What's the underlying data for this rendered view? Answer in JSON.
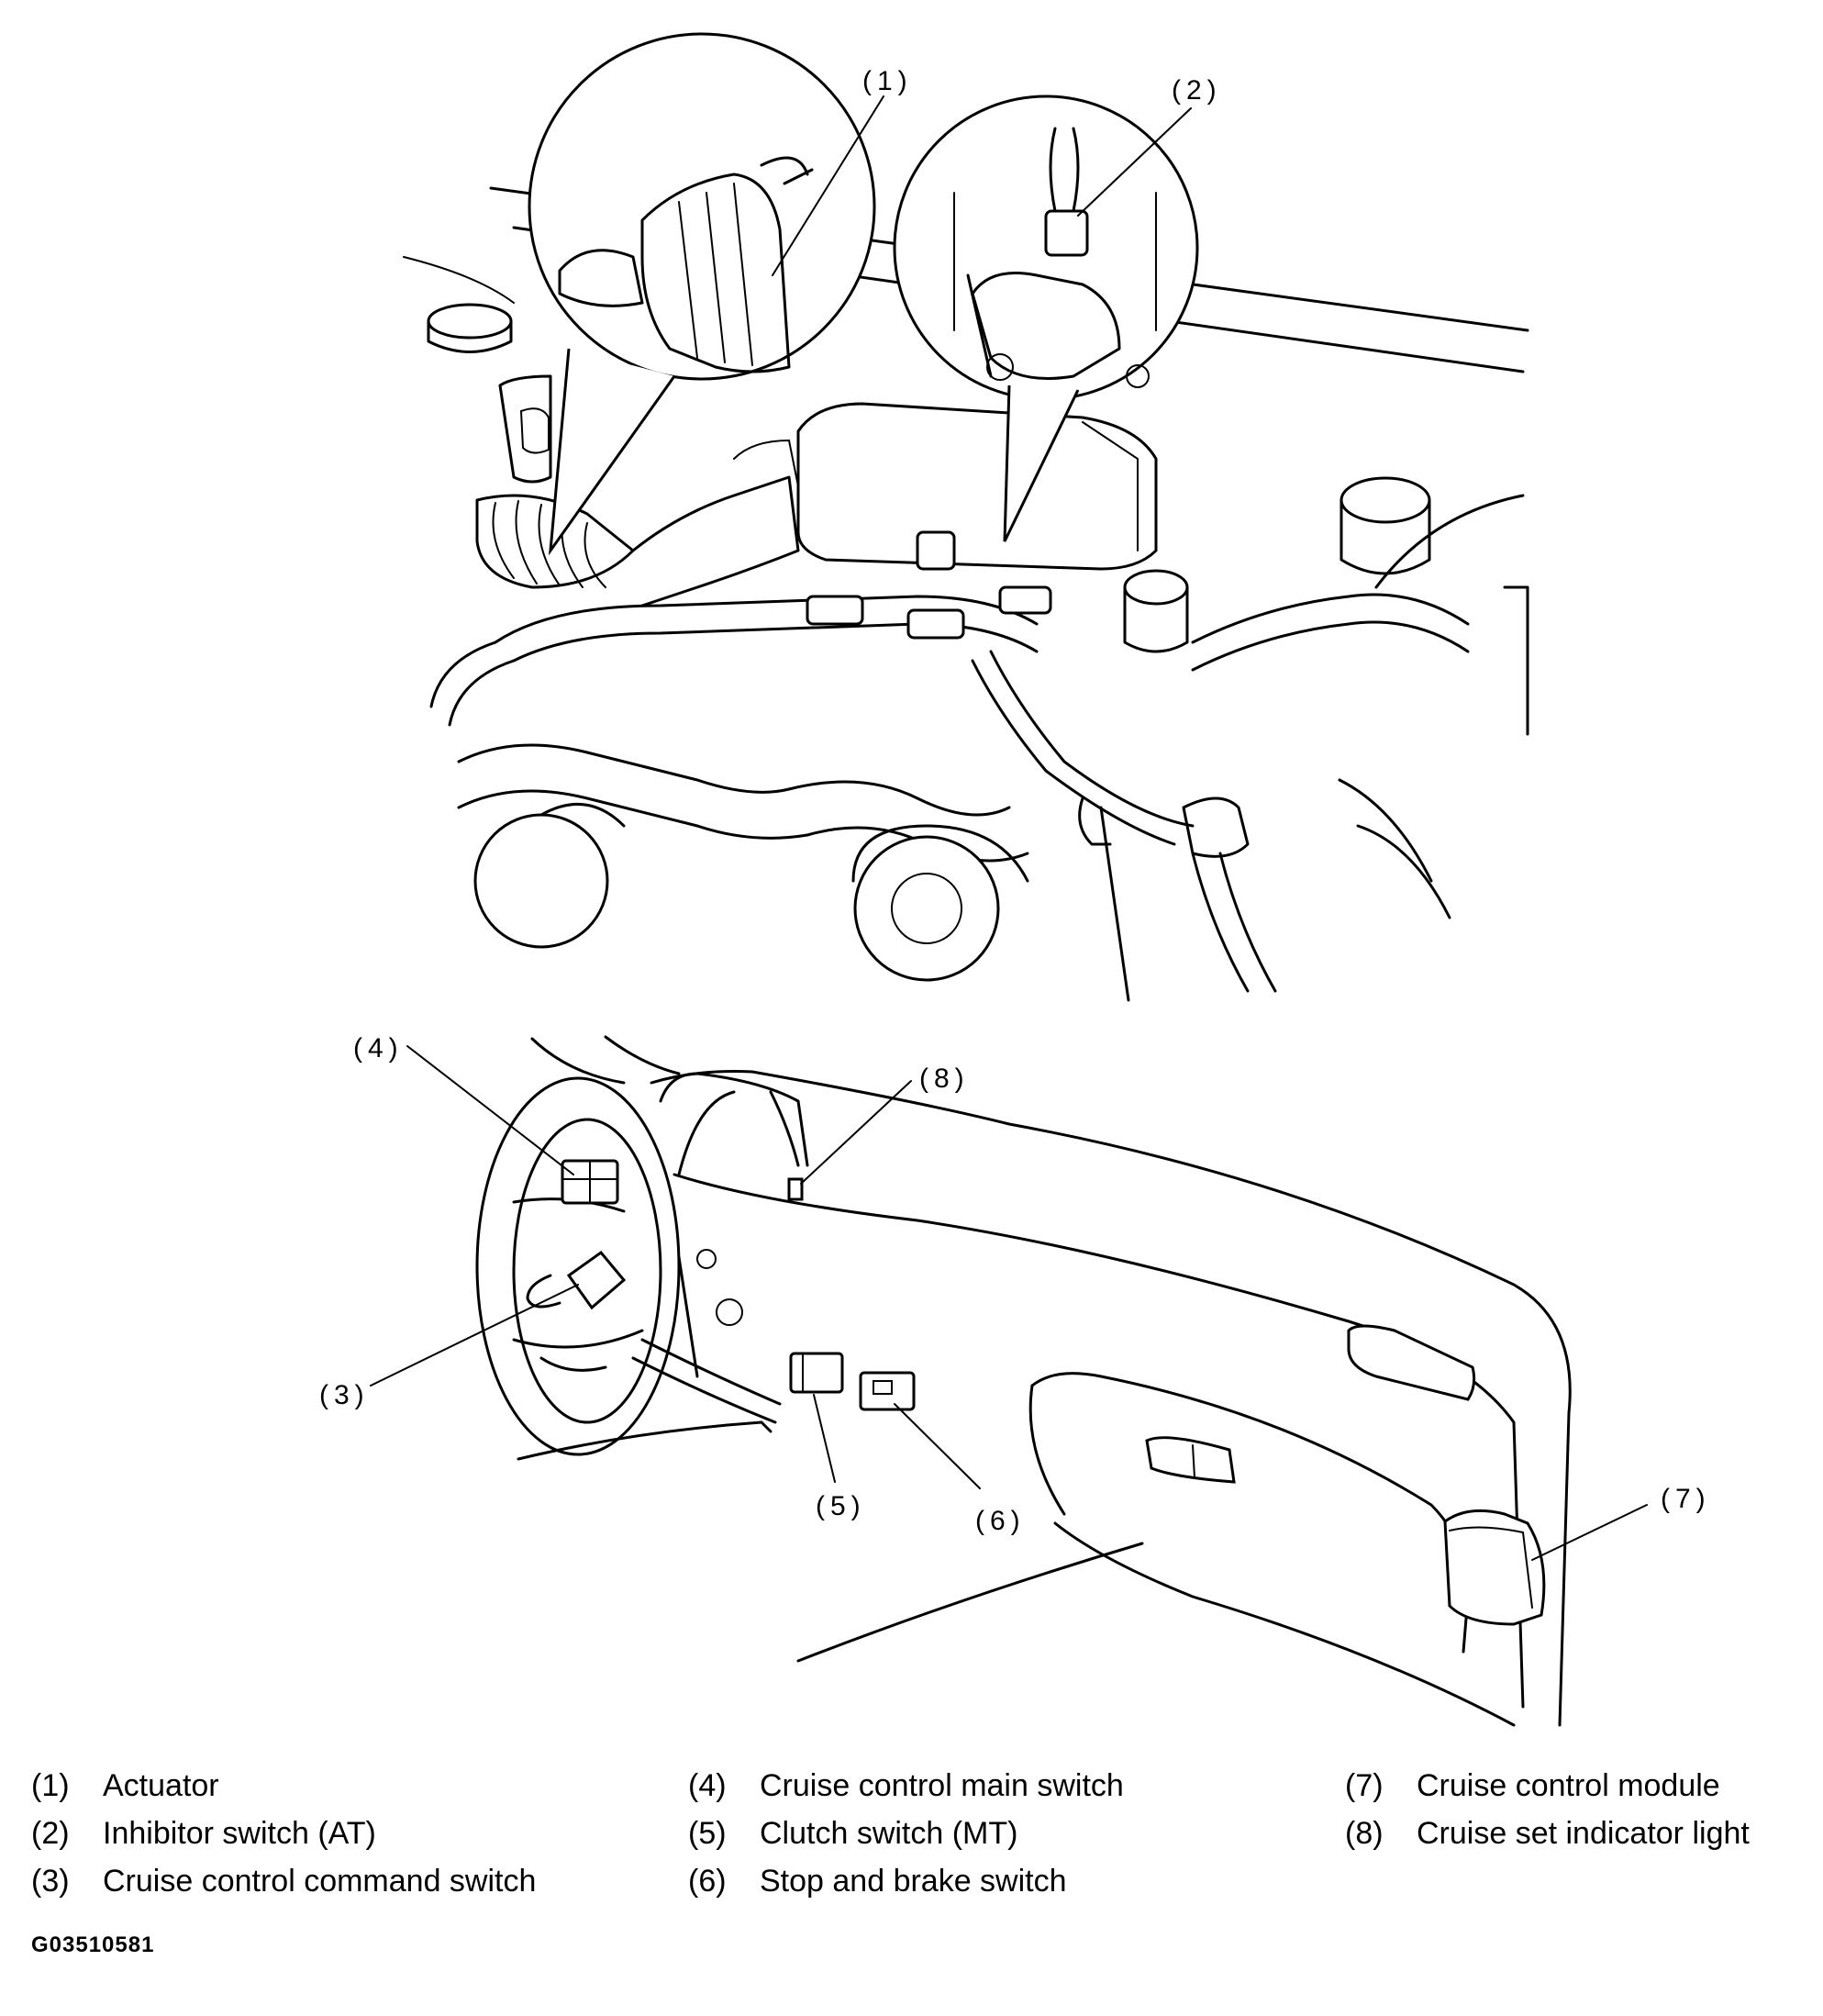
{
  "callouts": [
    "(1)",
    "(2)",
    "(3)",
    "(4)",
    "(5)",
    "(6)",
    "(7)",
    "(8)"
  ],
  "legend": [
    {
      "number": "(1)",
      "label": "Actuator"
    },
    {
      "number": "(2)",
      "label": "Inhibitor switch (AT)"
    },
    {
      "number": "(3)",
      "label": "Cruise control command switch"
    },
    {
      "number": "(4)",
      "label": "Cruise control main switch"
    },
    {
      "number": "(5)",
      "label": "Clutch switch (MT)"
    },
    {
      "number": "(6)",
      "label": "Stop and brake switch"
    },
    {
      "number": "(7)",
      "label": "Cruise control module"
    },
    {
      "number": "(8)",
      "label": "Cruise set indicator light"
    }
  ],
  "figure_code": "G03510581"
}
